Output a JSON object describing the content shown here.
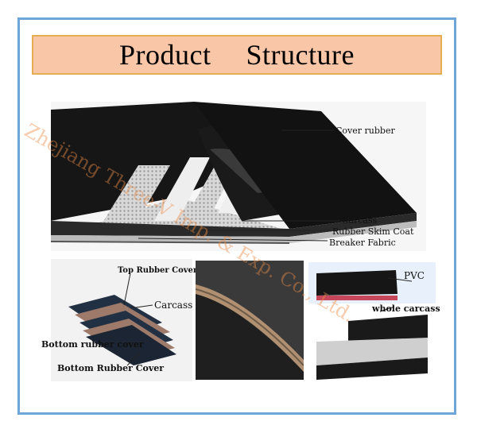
{
  "title": {
    "word1": "Product",
    "word2": "Structure"
  },
  "main_diagram": {
    "labels": {
      "cover": "Cover rubber",
      "carcass": "Carcass",
      "skim": "Rubber Skim Coat",
      "breaker": "Breaker Fabric"
    }
  },
  "left_diagram": {
    "labels": {
      "top": "Top Rubber Cover",
      "carcass": "Carcass",
      "bottom1": "Bottom rubber cover",
      "bottom2": "Bottom Rubber Cover"
    }
  },
  "right_diagram": {
    "labels": {
      "pvc": "PVC",
      "whole": "whole carcass"
    }
  },
  "watermark": "Zhejiang Three-V Imp. & Exp. Co., Ltd.",
  "colors": {
    "frame": "#6fa6d9",
    "banner_bg": "#f9c7a8",
    "banner_border": "#e4ad52",
    "watermark": "#eb8c46"
  }
}
